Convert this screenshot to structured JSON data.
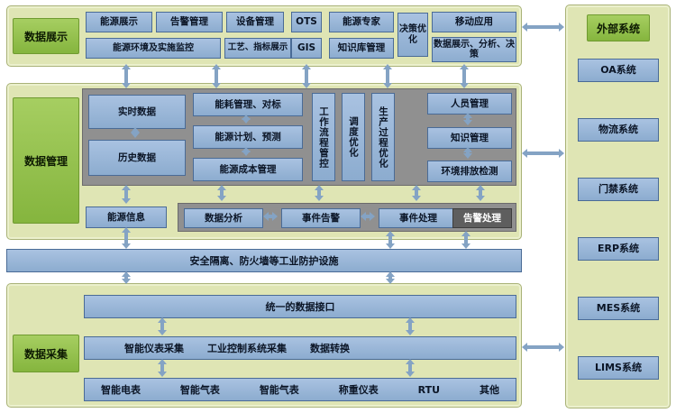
{
  "display": {
    "label": "数据展示",
    "energy_display": "能源展示",
    "alarm_mgmt": "告警管理",
    "device_mgmt": "设备管理",
    "ots": "OTS",
    "energy_expert": "能源专家",
    "env_monitor": "能源环境及实施监控",
    "craft_display": "工艺、指标展示",
    "gis": "GIS",
    "knowledge_base": "知识库管理",
    "decision_opt": "决策优化",
    "mobile_app": "移动应用",
    "display_analysis": "数据展示、分析、决策"
  },
  "management": {
    "label": "数据管理",
    "realtime_data": "实时数据",
    "history_data": "历史数据",
    "energy_benchmark": "能耗管理、对标",
    "energy_plan": "能源计划、预测",
    "energy_cost": "能源成本管理",
    "workflow": "工作流程管控",
    "dispatch_opt": "调度优化",
    "production_opt": "生产过程优化",
    "personnel": "人员管理",
    "knowledge": "知识管理",
    "emission": "环境排放检测",
    "energy_info": "能源信息",
    "data_analysis": "数据分析",
    "event_alarm": "事件告警",
    "event_handle": "事件处理",
    "alarm_handle": "告警处理"
  },
  "security": {
    "bar": "安全隔离、防火墙等工业防护设施"
  },
  "acquisition": {
    "label": "数据采集",
    "unified_interface": "统一的数据接口",
    "meter_collect": "智能仪表采集",
    "ics_collect": "工业控制系统采集",
    "data_convert": "数据转换",
    "devices": [
      "智能电表",
      "智能气表",
      "智能气表",
      "称重仪表",
      "RTU",
      "其他"
    ]
  },
  "external": {
    "label": "外部系统",
    "systems": [
      "OA系统",
      "物流系统",
      "门禁系统",
      "ERP系统",
      "MES系统",
      "LIMS系统"
    ]
  },
  "colors": {
    "panel_bg": "#dfe5b4",
    "green_box": "#94c04e",
    "blue_box": "#95b3d7",
    "gray_box": "#909090",
    "dark_box": "#5e5e5e",
    "arrow": "#84a3c4"
  }
}
